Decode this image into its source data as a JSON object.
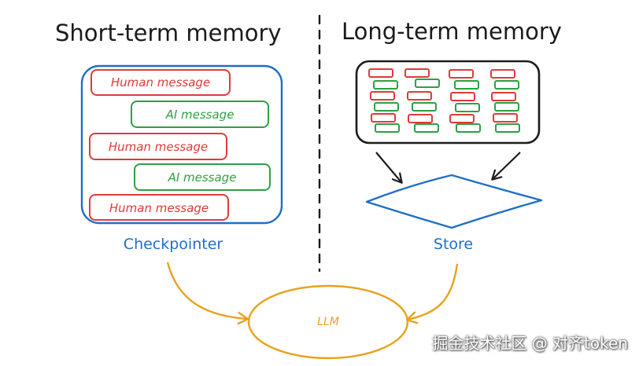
{
  "short_term": {
    "title": "Short-term memory",
    "messages": [
      {
        "label": "Human message",
        "kind": "human"
      },
      {
        "label": "AI message",
        "kind": "ai"
      },
      {
        "label": "Human message",
        "kind": "human"
      },
      {
        "label": "AI message",
        "kind": "ai"
      },
      {
        "label": "Human message",
        "kind": "human"
      }
    ],
    "container_label": "Checkpointer"
  },
  "long_term": {
    "title": "Long-term memory",
    "store_label": "Store"
  },
  "llm_label": "LLM",
  "watermark": "掘金技术社区 @ 对齐token",
  "colors": {
    "human": "#e03a3a",
    "ai": "#2ea043",
    "container": "#1f6fc7",
    "llm": "#e8a21c",
    "ink": "#1b1b1b"
  }
}
